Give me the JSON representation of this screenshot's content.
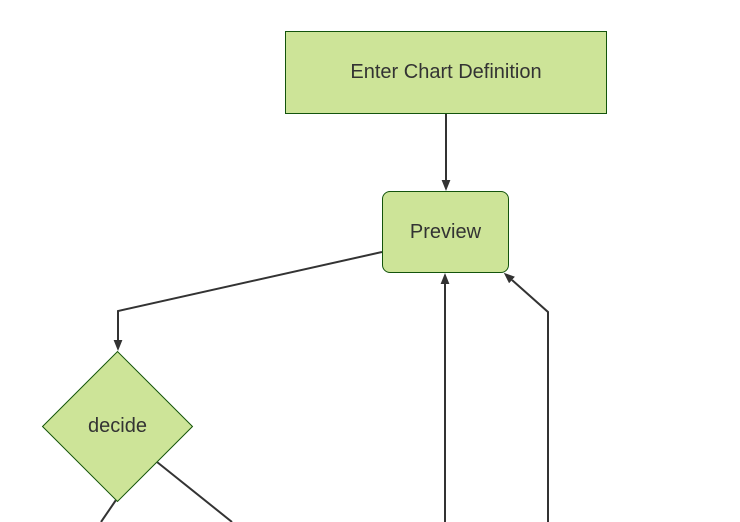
{
  "diagram": {
    "type": "flowchart",
    "direction": "top-down",
    "colors": {
      "background": "#ffffff",
      "node_fill": "#cde498",
      "node_border": "#13540c",
      "edge": "#333333",
      "text": "#333333"
    },
    "nodes": [
      {
        "id": "enter-chart-definition",
        "label": "Enter Chart Definition",
        "shape": "rectangle"
      },
      {
        "id": "preview",
        "label": "Preview",
        "shape": "rounded-rectangle"
      },
      {
        "id": "decide",
        "label": "decide",
        "shape": "diamond"
      }
    ],
    "edges": [
      {
        "from": "enter-chart-definition",
        "to": "preview",
        "arrow": true
      },
      {
        "from": "preview",
        "to": "decide",
        "arrow": true
      },
      {
        "from": "offscreen-bottom-1",
        "to": "preview",
        "arrow": true
      },
      {
        "from": "offscreen-bottom-2",
        "to": "preview",
        "arrow": true
      },
      {
        "from": "decide",
        "to": "offscreen-bottom-left",
        "arrow": false
      },
      {
        "from": "decide",
        "to": "offscreen-bottom-right",
        "arrow": false
      }
    ]
  }
}
